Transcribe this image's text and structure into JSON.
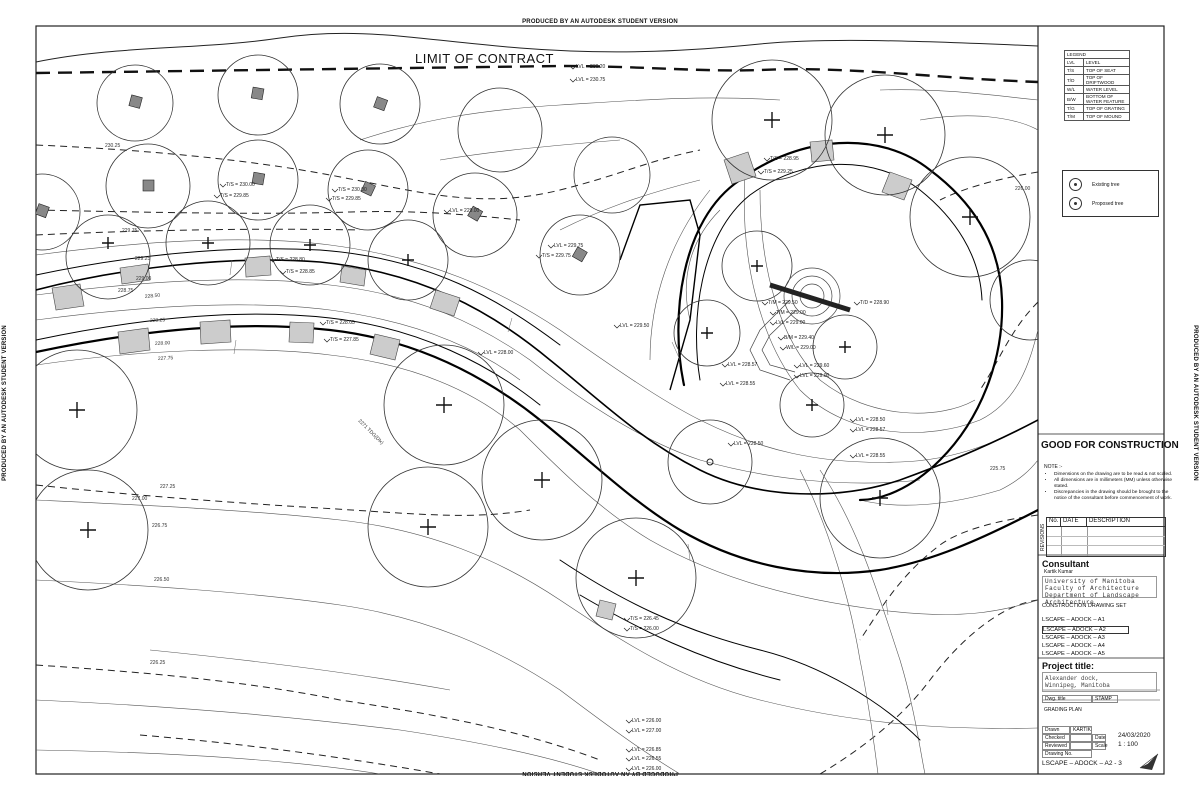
{
  "watermark": "PRODUCED BY AN AUTODESK STUDENT VERSION",
  "plan": {
    "limit_label": "LIMIT OF CONTRACT",
    "contours": [
      "230.25",
      "229.75",
      "229.25",
      "229.00",
      "228.75",
      "228.50",
      "228.25",
      "228.00",
      "227.75",
      "227.25",
      "227.00",
      "226.75",
      "226.50",
      "226.25",
      "226.00",
      "225.75",
      "2271 TDG(Dlx)"
    ],
    "spot_levels": [
      "LVL = 230.20",
      "LVL = 230.75",
      "T/S = 230.00",
      "T/S = 230.00",
      "LVL = 229.00",
      "T/S = 229.85",
      "T/S = 229.85",
      "T/S = 229.25",
      "T/S = 228.95",
      "LVL = 229.75",
      "T/S = 229.75",
      "LVL = 229.50",
      "T/S = 228.80",
      "T/S = 228.85",
      "T/S = 228.05",
      "T/S = 227.85",
      "LVL = 228.00",
      "LVL = 228.57",
      "LVL = 228.55",
      "LVL = 228.50",
      "T/M = 229.50",
      "T/M = 229.00",
      "LVL = 229.00",
      "B/M = 229.40",
      "W/L = 229.00",
      "LVL = 229.60",
      "LVL = 229.00",
      "T/D = 228.90",
      "LVL = 228.50",
      "LVL = 228.57",
      "LVL = 228.55",
      "T/S = 226.45",
      "T/S = 226.00",
      "LVL = 226.00",
      "LVL = 227.00",
      "LVL = 226.85",
      "LVL = 226.55",
      "LVL = 226.00"
    ]
  },
  "legend": {
    "title": "LEGEND",
    "rows": [
      {
        "abbr": "LVL",
        "desc": "LEVEL"
      },
      {
        "abbr": "T/S",
        "desc": "TOP OF SEAT"
      },
      {
        "abbr": "T/D",
        "desc": "TOP OF DRIFTWOOD"
      },
      {
        "abbr": "W/L",
        "desc": "WATER LEVEL"
      },
      {
        "abbr": "B/W",
        "desc": "BOTTOM OF WATER FEATURE"
      },
      {
        "abbr": "T/G",
        "desc": "TOP OF GRATING"
      },
      {
        "abbr": "T/M",
        "desc": "TOP OF MOUND"
      }
    ]
  },
  "tree_key": {
    "existing": "Existing tree",
    "proposed": "Proposed tree"
  },
  "title_block": {
    "heading": "GOOD FOR CONSTRUCTION",
    "note_title": "NOTE :-",
    "notes": [
      "Dimensions on the drawing are to be read & not scaled.",
      "All dimensions are in millimeters (MM) unless otherwise stated.",
      "Discrepancies in the drawing should be brought to the notice of the consultant before commencement of work."
    ],
    "revision_headers": [
      "No.",
      "DATE",
      "DESCRIPTION"
    ],
    "revision_label": "REVISIONS",
    "consultant_heading": "Consultant",
    "consultant_name": "Kartik Kumar",
    "university": [
      "University of Manitoba",
      "Faculty of Architecture",
      "Department of Landscape Architecture"
    ],
    "drawing_set": "CONSTRUCTION DRAWING SET",
    "sheets": [
      "LSCAPE – ADOCK – A1",
      "LSCAPE – ADOCK – A2",
      "LSCAPE – ADOCK – A3",
      "LSCAPE – ADOCK – A4",
      "LSCAPE – ADOCK – A5"
    ],
    "current_sheet_index": 1,
    "project_heading": "Project title:",
    "project_lines": [
      "Alexander dock,",
      "Winnipeg, Manitoba"
    ],
    "dwg_title_label": "Dwg. title",
    "stamp_label": "STAMP",
    "dwg_title": "GRADING PLAN",
    "drawn_label": "Drawn",
    "drawn_by": "KARTIK",
    "checked_label": "Checked",
    "date_label": "Date",
    "date": "24/03/2020",
    "reviewed_label": "Reviewed",
    "scale_label": "Scale",
    "scale": "1 : 100",
    "drawing_no_label": "Drawing No.",
    "drawing_no": "LSCAPE – ADOCK – A2 - 3"
  }
}
